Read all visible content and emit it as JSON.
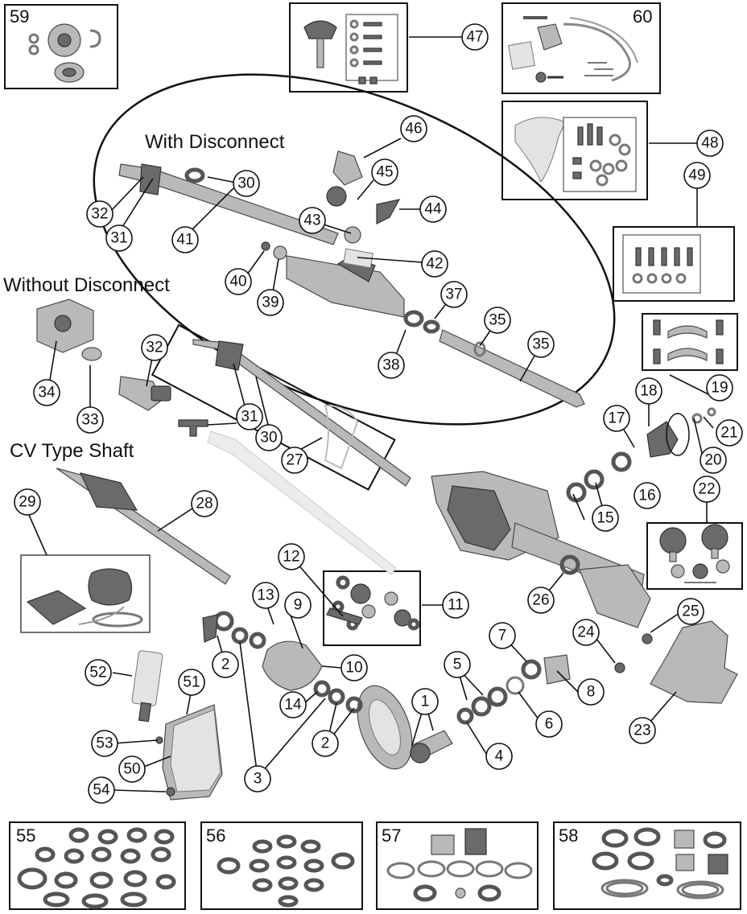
{
  "headings": {
    "with_disconnect": "With Disconnect",
    "without_disconnect": "Without Disconnect",
    "cv_type_shaft": "CV Type Shaft"
  },
  "boxed_kits": {
    "k59": "59",
    "k60": "60",
    "k55": "55",
    "k56": "56",
    "k57": "57",
    "k58": "58"
  },
  "callouts": {
    "c1": "1",
    "c2a": "2",
    "c2b": "2",
    "c3": "3",
    "c4": "4",
    "c5": "5",
    "c6": "6",
    "c7": "7",
    "c8": "8",
    "c9": "9",
    "c10": "10",
    "c11": "11",
    "c12": "12",
    "c13": "13",
    "c14": "14",
    "c15": "15",
    "c16": "16",
    "c17": "17",
    "c18": "18",
    "c19": "19",
    "c20": "20",
    "c21": "21",
    "c22": "22",
    "c23": "23",
    "c24": "24",
    "c25": "25",
    "c26": "26",
    "c27": "27",
    "c28": "28",
    "c29": "29",
    "c30a": "30",
    "c30b": "30",
    "c31a": "31",
    "c31b": "31",
    "c32a": "32",
    "c32b": "32",
    "c33": "33",
    "c34": "34",
    "c35a": "35",
    "c35b": "35",
    "c37": "37",
    "c38": "38",
    "c39": "39",
    "c40": "40",
    "c41": "41",
    "c42": "42",
    "c43": "43",
    "c44": "44",
    "c45": "45",
    "c46": "46",
    "c47": "47",
    "c48": "48",
    "c49": "49",
    "c50": "50",
    "c51": "51",
    "c52": "52",
    "c53": "53",
    "c54": "54"
  }
}
